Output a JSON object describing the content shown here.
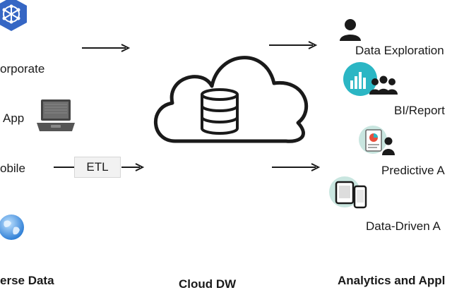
{
  "sources": {
    "corporate": "orporate",
    "app": "App",
    "mobile": "obile",
    "footer": "erse Data"
  },
  "etl": {
    "label": "ETL"
  },
  "warehouse": {
    "footer": "Cloud DW"
  },
  "outputs": {
    "exploration": "Data Exploration",
    "bi": "BI/Report",
    "predictive": "Predictive A",
    "driven": "Data-Driven A",
    "footer": "Analytics and Appl"
  },
  "colors": {
    "hex_blue": "#3566c4",
    "globe_blue": "#2f7fd6",
    "teal_chart": "#2bb6c4",
    "dark": "#1a1a1a"
  },
  "icons": [
    "hexagon-network-icon",
    "laptop-icon",
    "globe-icon",
    "cloud-database-icon",
    "person-icon",
    "bar-chart-users-icon",
    "pie-document-user-icon",
    "tablet-phone-icon"
  ]
}
